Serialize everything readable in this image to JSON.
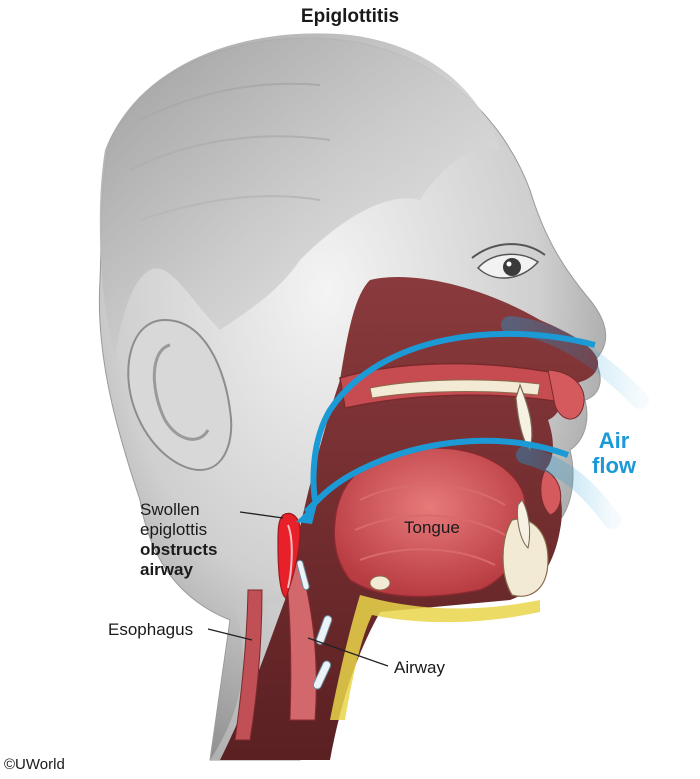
{
  "title": "Epiglottitis",
  "labels": {
    "swollen_line1": "Swollen",
    "swollen_line2": "epiglottis",
    "swollen_line3": "obstructs",
    "swollen_line4": "airway",
    "tongue": "Tongue",
    "esophagus": "Esophagus",
    "airway": "Airway",
    "air_line1": "Air",
    "air_line2": "flow"
  },
  "copyright": "©UWorld",
  "colors": {
    "airflow_arrow": "#1b9ad6",
    "airflow_text": "#1b9ad6",
    "tissue": "#c8424a",
    "epiglottis": "#e8202a",
    "fat_layer": "#e9d64a",
    "skin_shading": "#8a8a8a"
  }
}
